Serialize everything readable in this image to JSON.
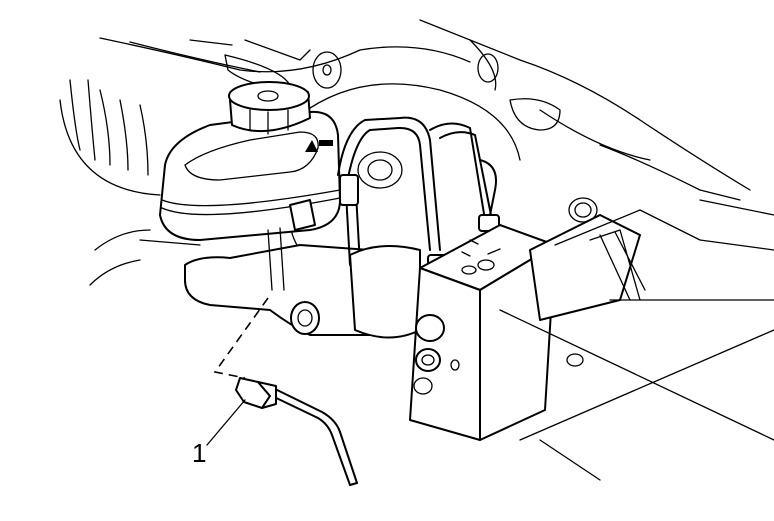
{
  "figure": {
    "subject": "Brake master cylinder with reservoir, brake pipes and ABS modulator valve assembly",
    "callouts": [
      {
        "number": "1",
        "label": "1",
        "points_to": "brake-pipe-fitting"
      }
    ],
    "colors": {
      "line": "#000000",
      "background": "#ffffff"
    }
  }
}
